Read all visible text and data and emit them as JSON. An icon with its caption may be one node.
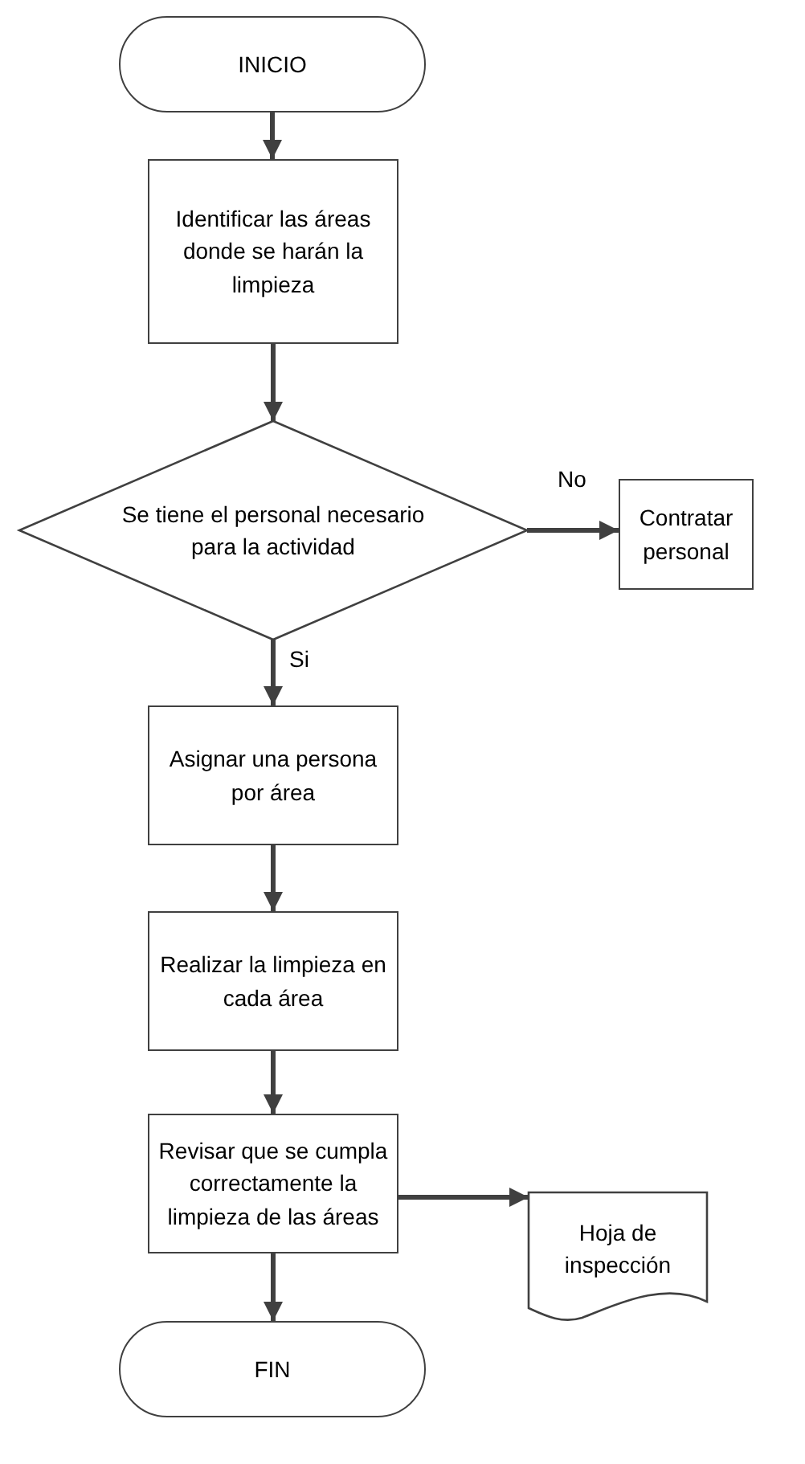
{
  "diagram": {
    "nodes": [
      {
        "text": [
          "INICIO"
        ]
      },
      {
        "text": [
          "Identificar las áreas donde se harán la limpieza"
        ]
      },
      {
        "text": [
          "Se tiene el personal necesario para la actividad"
        ]
      },
      {
        "text": [
          "Contratar personal"
        ]
      },
      {
        "text": [
          "Asignar una persona por área"
        ]
      },
      {
        "text": [
          "Realizar la limpieza en cada área"
        ]
      },
      {
        "text": [
          "Revisar que se cumpla correctamente la limpieza de las áreas"
        ]
      },
      {
        "text": [
          "Hoja de inspección"
        ]
      },
      {
        "text": [
          "FIN"
        ]
      }
    ],
    "edges": [
      {
        "from": 0,
        "to": 1,
        "arrow": "to"
      },
      {
        "from": 1,
        "to": 2,
        "arrow": "to"
      },
      {
        "from": 2,
        "to": 3,
        "arrow": "to",
        "label": "No"
      },
      {
        "from": 2,
        "to": 4,
        "arrow": "to",
        "label": "Si"
      },
      {
        "from": 4,
        "to": 5,
        "arrow": "to"
      },
      {
        "from": 5,
        "to": 6,
        "arrow": "to"
      },
      {
        "from": 6,
        "to": 7,
        "arrow": "to"
      },
      {
        "from": 6,
        "to": 8,
        "arrow": "to"
      }
    ]
  }
}
